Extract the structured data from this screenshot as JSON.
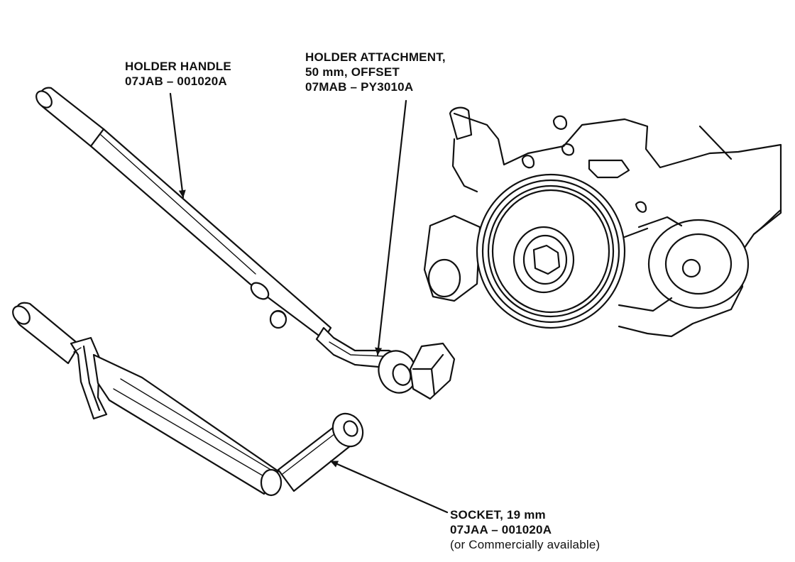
{
  "labels": {
    "holder_handle": {
      "line1": "HOLDER HANDLE",
      "line2": "07JAB – 001020A"
    },
    "holder_attachment": {
      "line1": "HOLDER ATTACHMENT,",
      "line2": "50 mm, OFFSET",
      "line3": "07MAB – PY3010A"
    },
    "socket": {
      "line1": "SOCKET, 19 mm",
      "line2": "07JAA – 001020A",
      "line3": "(or Commercially available)"
    }
  }
}
